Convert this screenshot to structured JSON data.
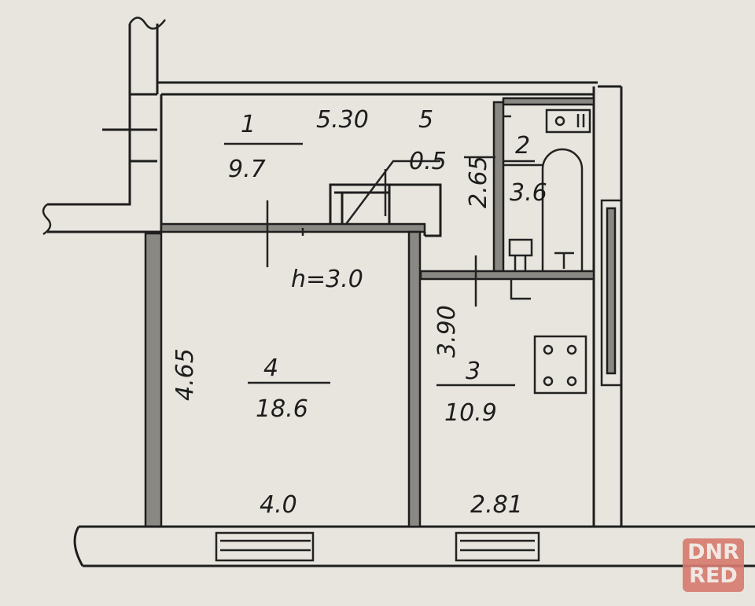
{
  "rooms": [
    {
      "number": "1",
      "area": "9.7"
    },
    {
      "number": "2",
      "area": "3.6"
    },
    {
      "number": "3",
      "area": "10.9"
    },
    {
      "number": "4",
      "area": "18.6"
    }
  ],
  "dimensions": {
    "corridor_length": "5.30",
    "corridor_label_5": "5",
    "closet_area": "0.5",
    "bathroom_length": "2.65",
    "ceiling_height": "h=3.0",
    "room4_length": "4.65",
    "kitchen_length": "3.90",
    "room4_width": "4.0",
    "kitchen_width": "2.81"
  },
  "watermark": {
    "line1": "DNR",
    "line2": "RED"
  },
  "colors": {
    "paper": "#e8e5de",
    "ink": "#1e1e1e",
    "watermark": "#d77a6f"
  }
}
